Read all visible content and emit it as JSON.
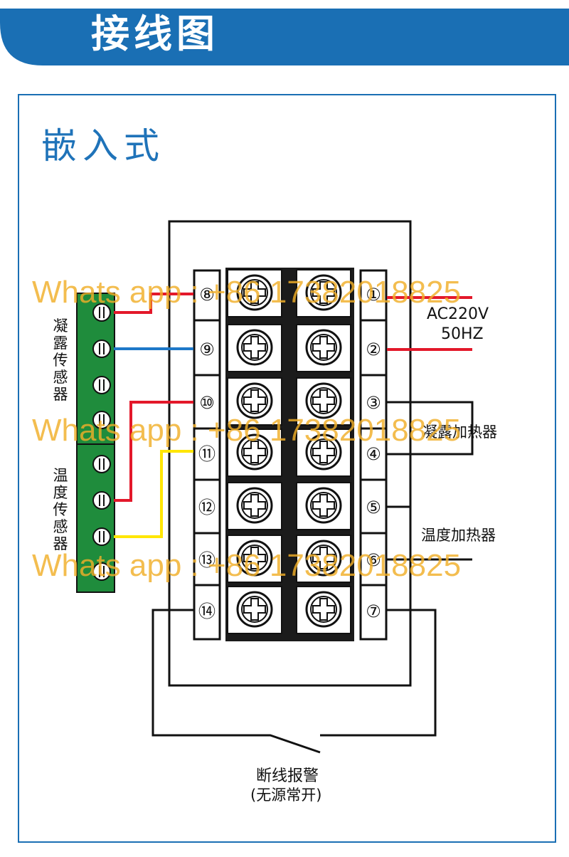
{
  "header": {
    "title": "接线图"
  },
  "section": {
    "title": "嵌入式"
  },
  "left_terminals": [
    "⑧",
    "⑨",
    "⑩",
    "⑪",
    "⑫",
    "⑬",
    "⑭"
  ],
  "right_terminals": [
    "①",
    "②",
    "③",
    "④",
    "⑤",
    "⑥",
    "⑦"
  ],
  "sensors": {
    "dew": "凝露传感器",
    "temp": "温度传感器"
  },
  "labels": {
    "ac_line1": "AC220V",
    "ac_line2": "50HZ",
    "dew_heater": "凝露加热器",
    "temp_heater": "温度加热器",
    "alarm": "断线报警",
    "alarm_sub": "(无源常开)"
  },
  "watermark": "Whats app : +86 17382018825",
  "colors": {
    "banner_blue": "#1a6fb4",
    "sensor_green": "#1f8c3c",
    "wire_red": "#e3182a",
    "wire_blue": "#1e78c8",
    "wire_yellow": "#ffe600"
  }
}
